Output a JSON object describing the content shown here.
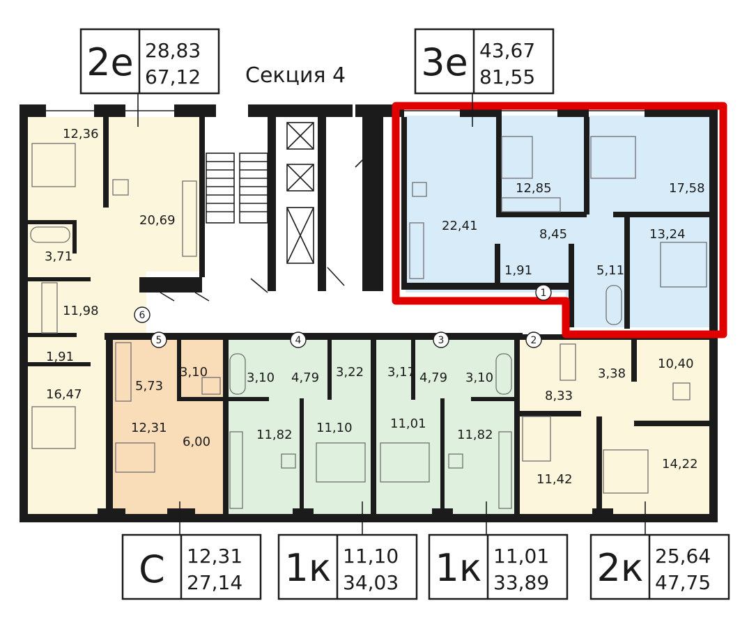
{
  "section_title": "Секция 4",
  "colors": {
    "apt_2e": "#fbf6dc",
    "apt_3e": "#d7ecf8",
    "apt_c": "#f9dcb8",
    "apt_1k_left": "#dff0de",
    "apt_1k_right": "#dff0de",
    "apt_2k": "#fbf6dc",
    "highlight": "#e00000",
    "wall": "#1b1b1b"
  },
  "badges": {
    "b2e": {
      "type": "2е",
      "living": "28,83",
      "total": "67,12"
    },
    "b3e": {
      "type": "3е",
      "living": "43,67",
      "total": "81,55"
    },
    "bc": {
      "type": "С",
      "living": "12,31",
      "total": "27,14"
    },
    "b1k_left": {
      "type": "1к",
      "living": "11,10",
      "total": "34,03"
    },
    "b1k_right": {
      "type": "1к",
      "living": "11,01",
      "total": "33,89"
    },
    "b2k": {
      "type": "2к",
      "living": "25,64",
      "total": "47,75"
    }
  },
  "rooms": {
    "a2e_bed1": "12,36",
    "a2e_kitchen": "20,69",
    "a2e_bath": "3,71",
    "a2e_hall": "11,98",
    "a2e_wc": "1,91",
    "a2e_bed2": "16,47",
    "a3e_kitchen": "22,41",
    "a3e_bed1": "12,85",
    "a3e_bed2": "17,58",
    "a3e_hall": "8,45",
    "a3e_bed3": "13,24",
    "a3e_wc": "1,91",
    "a3e_bath": "5,11",
    "c_hall": "5,73",
    "c_bath": "3,10",
    "c_room": "12,31",
    "c_kitchen": "6,00",
    "k1l_bath": "3,10",
    "k1l_hall": "4,79",
    "k1l_closet": "3,22",
    "k1l_kitchen": "11,82",
    "k1l_room": "11,10",
    "k1r_closet": "3,17",
    "k1r_hall": "4,79",
    "k1r_bath": "3,10",
    "k1r_room": "11,01",
    "k1r_kitchen": "11,82",
    "k2_hall": "8,33",
    "k2_bath": "3,38",
    "k2_kitchen": "10,40",
    "k2_bed1": "11,42",
    "k2_bed2": "14,22"
  },
  "markers": {
    "m1": "1",
    "m2": "2",
    "m3": "3",
    "m4": "4",
    "m5": "5",
    "m6": "6"
  }
}
